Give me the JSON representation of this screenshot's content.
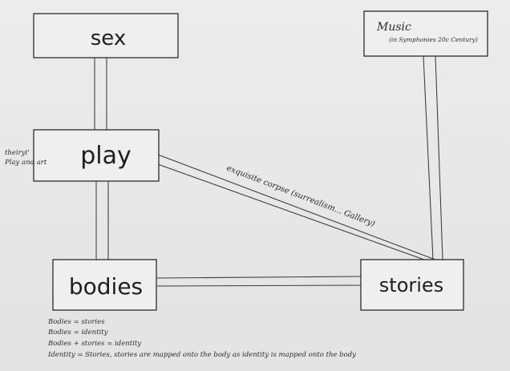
{
  "nodes": {
    "sex": "sex",
    "play": "play",
    "bodies": "bodies",
    "stories": "stories",
    "music": "Music",
    "music_sub": "(in Symphonies 20c Century)"
  },
  "side_note": {
    "line1": "theiryi'",
    "line2": "Play and art"
  },
  "edge_label": "exquisite corpse (surrealism... Gallery)",
  "notes": [
    "Bodies = stories",
    "Bodies = identity",
    "Bodies + stories = identity",
    "Identity = Stories, stories are mapped onto the body as identity is mapped onto the body"
  ]
}
